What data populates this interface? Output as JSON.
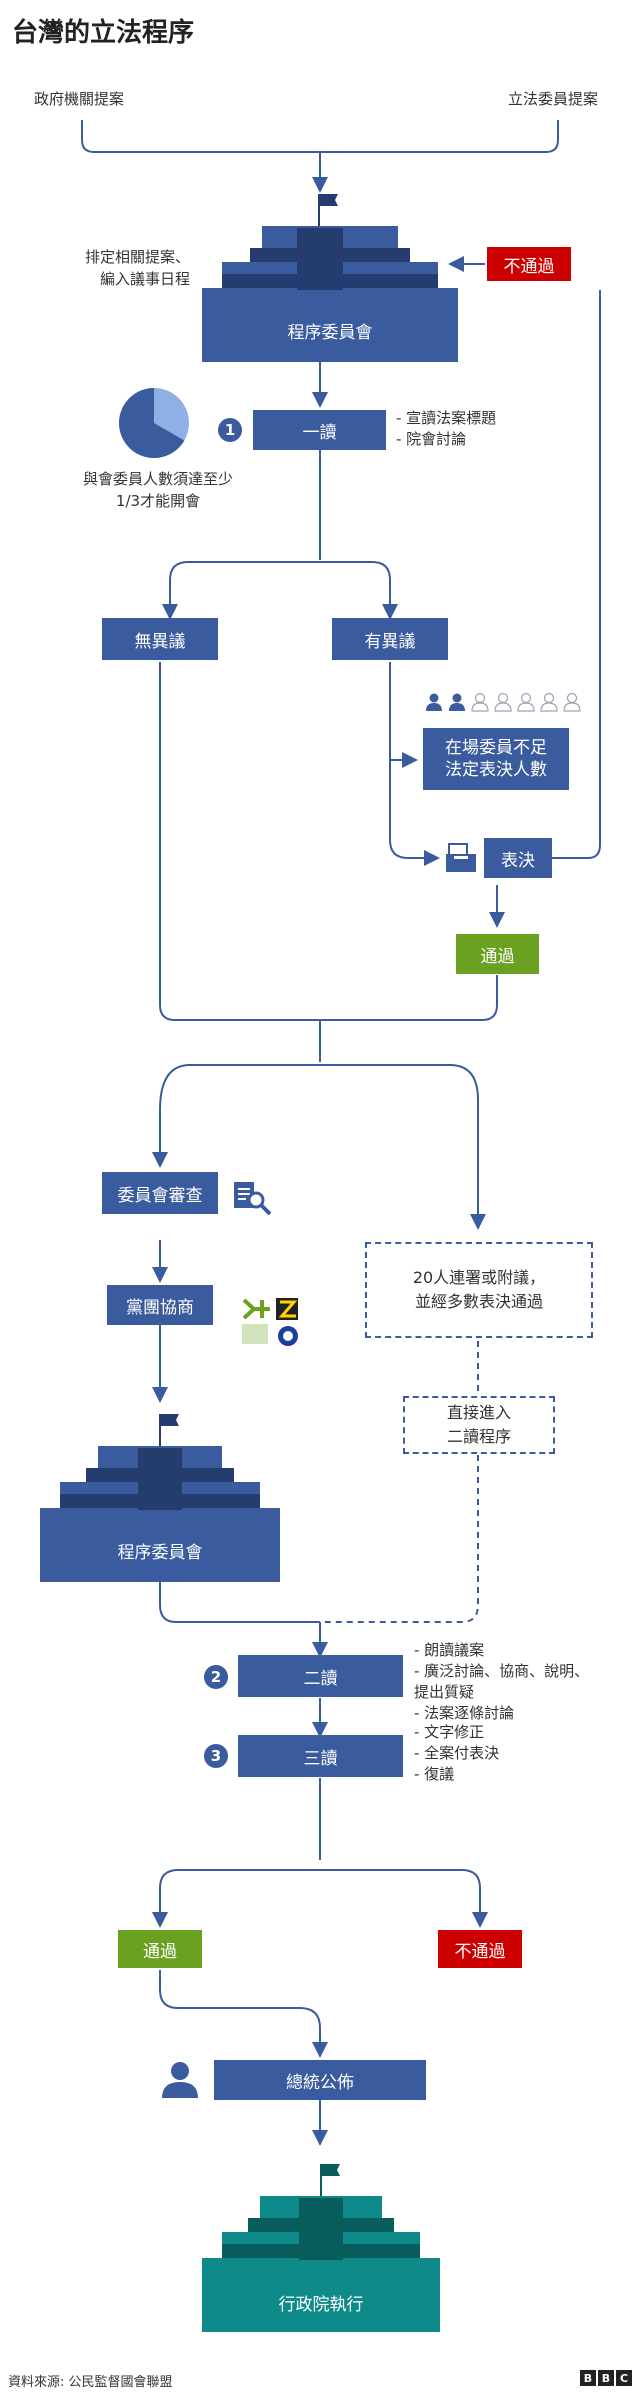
{
  "title": "台灣的立法程序",
  "sources": {
    "left": "政府機關提案",
    "right": "立法委員提案"
  },
  "steps": {
    "schedule_note_1": "排定相關提案、",
    "schedule_note_2": "編入議事日程",
    "committee_1": "程序委員會",
    "not_passed_top": "不通過",
    "first_reading_num": "1",
    "first_reading": "一讀",
    "first_bullets": [
      "- 宣讀法案標題",
      "- 院會討論"
    ],
    "quorum_note_1": "與會委員人數須達至少",
    "quorum_note_2": "1/3才能開會",
    "no_objection": "無異議",
    "objection": "有異議",
    "insufficient_1": "在場委員不足",
    "insufficient_2": "法定表決人數",
    "vote": "表決",
    "passed_mid": "通過",
    "committee_review": "委員會審查",
    "party_negotiation": "黨團協商",
    "signature_1": "20人連署或附議，",
    "signature_2": "並經多數表決通過",
    "direct_1": "直接進入",
    "direct_2": "二讀程序",
    "committee_2": "程序委員會",
    "second_reading_num": "2",
    "second_reading": "二讀",
    "second_bullets": [
      "- 朗讀議案",
      "- 廣泛討論、協商、說明、",
      "提出質疑",
      "- 法案逐條討論"
    ],
    "third_reading_num": "3",
    "third_reading": "三讀",
    "third_bullets": [
      "- 文字修正",
      "- 全案付表決",
      "- 復議"
    ],
    "passed_final": "通過",
    "not_passed_final": "不通過",
    "promulgation": "總統公佈",
    "executive": "行政院執行"
  },
  "pie": {
    "filled_fraction": 0.667
  },
  "people_icons": {
    "filled": 2,
    "empty": 5
  },
  "footer": {
    "source": "資料來源: 公民監督國會聯盟",
    "brand": [
      "B",
      "B",
      "C"
    ]
  },
  "colors": {
    "blue": "#3a5c9e",
    "dark_blue": "#243c6e",
    "green": "#6aa121",
    "red": "#cc0000",
    "teal": "#0f8a8a",
    "dark_teal": "#095c5c"
  }
}
